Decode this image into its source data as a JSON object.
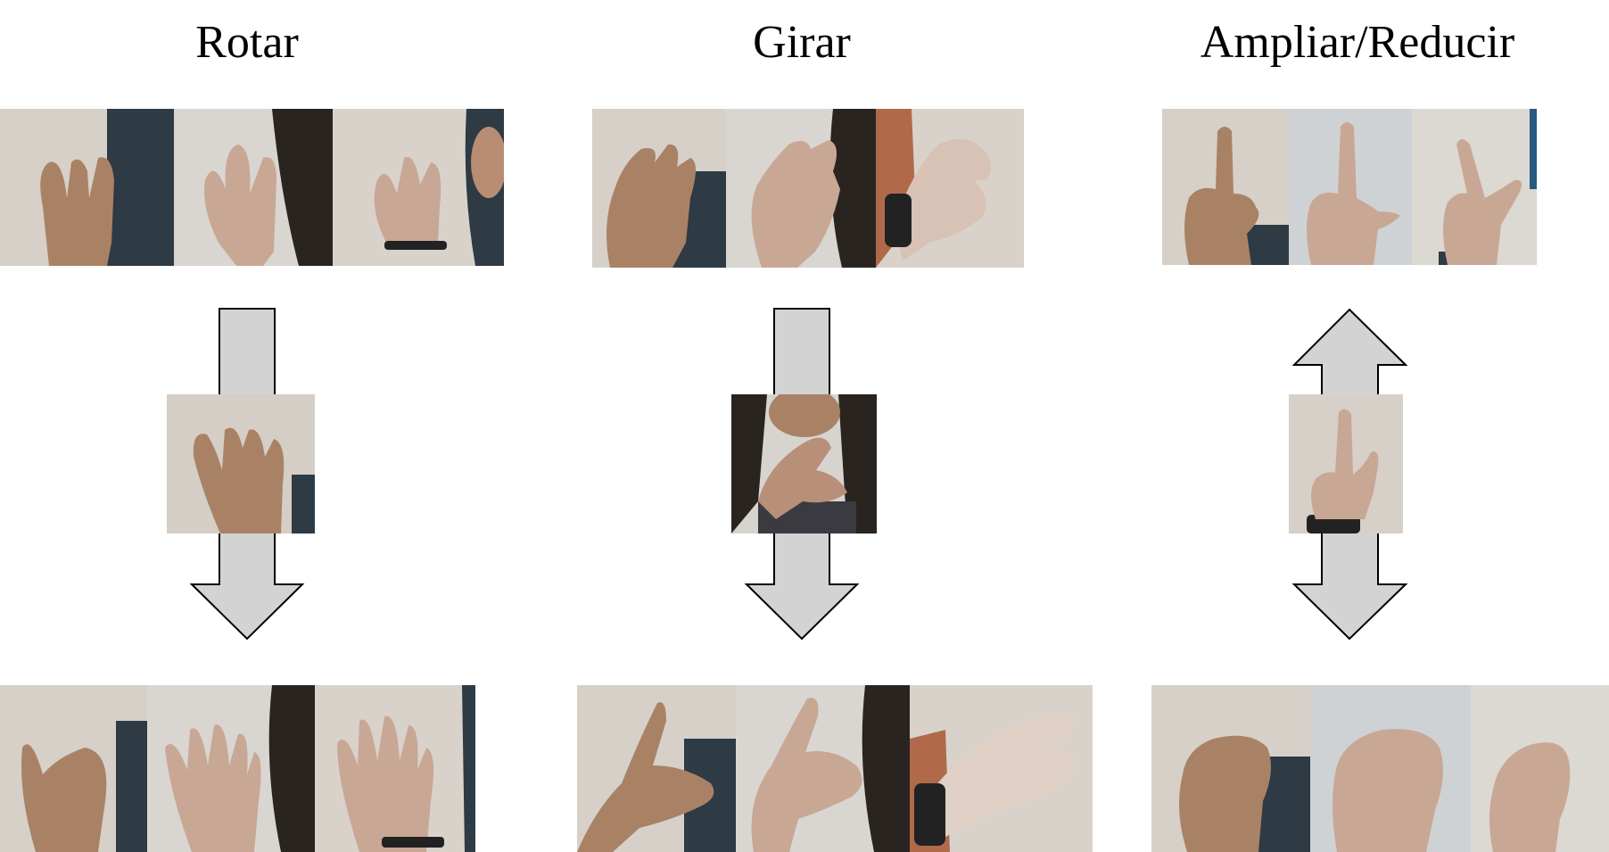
{
  "columns": [
    {
      "title": "Rotar",
      "start_frames": [
        "hand-cupped-left",
        "hand-claw-open",
        "hand-claw-wristband"
      ],
      "middle_frame": "hand-cupped-turning",
      "end_frames": [
        "hand-palm-left",
        "hand-spread-fingers",
        "hand-open-wristband"
      ],
      "arrow": "down"
    },
    {
      "title": "Girar",
      "start_frames": [
        "hand-claw-tilted",
        "hand-claw-centered",
        "hand-claw-side"
      ],
      "middle_frame": "hand-pinch-face",
      "end_frames": [
        "hand-rotated-left",
        "hand-rotated-center",
        "hand-rotated-right"
      ],
      "arrow": "down"
    },
    {
      "title": "Ampliar/Reducir",
      "start_frames": [
        "hand-index-up",
        "hand-index-up-light",
        "hand-index-tilted"
      ],
      "middle_frame": "hand-index-up-small",
      "end_frames": [
        "hand-fist-dark",
        "hand-fist-light",
        "hand-fist-side"
      ],
      "arrow": "both"
    }
  ],
  "colors": {
    "arrow_fill": "#d3d3d3",
    "arrow_stroke": "#000000",
    "wall": "#cfc9c0",
    "wall_light": "#dcdad6",
    "skin_dark": "#a98266",
    "skin_light": "#c9a795",
    "shirt": "#2e3a44",
    "hair": "#2a2420"
  }
}
